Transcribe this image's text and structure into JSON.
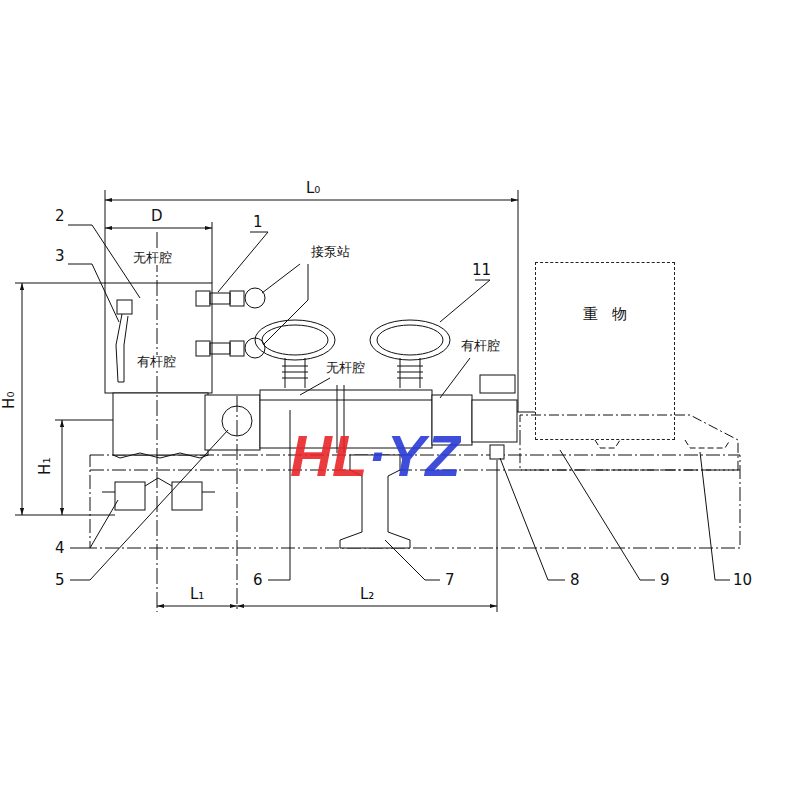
{
  "diagram": {
    "nodes": [
      {
        "text": [
          "重物"
        ]
      }
    ],
    "labels": [
      "L₀",
      "D",
      "2",
      "3",
      "1",
      "无杆腔",
      "有杆腔",
      "接泵站",
      "11",
      "有杆腔",
      "无杆腔",
      "H₀",
      "H₁",
      "4",
      "5",
      "6",
      "7",
      "8",
      "9",
      "10",
      "L₁",
      "L₂",
      "HL·YZ"
    ]
  }
}
